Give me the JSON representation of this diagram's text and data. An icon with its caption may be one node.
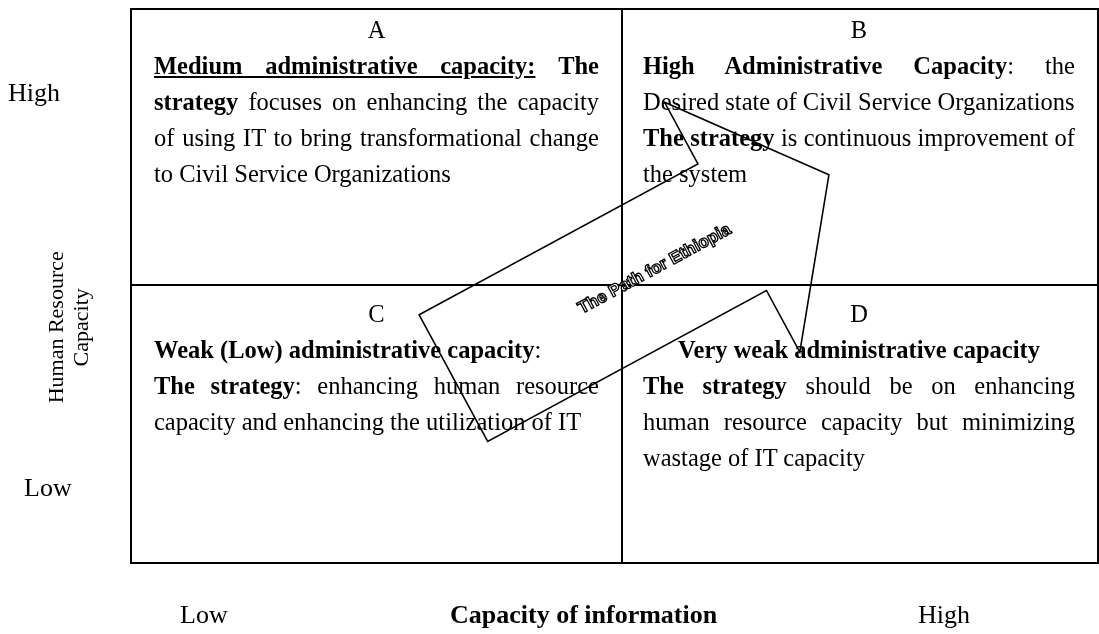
{
  "diagram": {
    "nodes": [
      {
        "text": [
          "A",
          "**Medium administrative capacity:** **The strategy** focuses on enhancing the capacity of using IT to bring transformational change to Civil Service Organizations"
        ]
      },
      {
        "text": [
          "B",
          "**High Administrative Capacity**: the Desired state of Civil Service Organizations",
          "**The strategy** is continuous improvement of the system"
        ]
      },
      {
        "text": [
          "C",
          "**Weak (Low) administrative capacity**:",
          "**The strategy**: enhancing human resource capacity and enhancing the utilization of IT"
        ]
      },
      {
        "text": [
          "D",
          "Very weak administrative capacity",
          "**The strategy** should be on enhancing human resource capacity but minimizing wastage of IT capacity"
        ]
      }
    ],
    "edges": [
      {
        "from": 2,
        "to": 1,
        "arrow": "to",
        "label": "The Path for Ethiopia",
        "style": "thick"
      }
    ],
    "labels": [
      "High",
      "Human Resource Capacity",
      "Low",
      "Low",
      "Capacity of information",
      "High"
    ]
  }
}
